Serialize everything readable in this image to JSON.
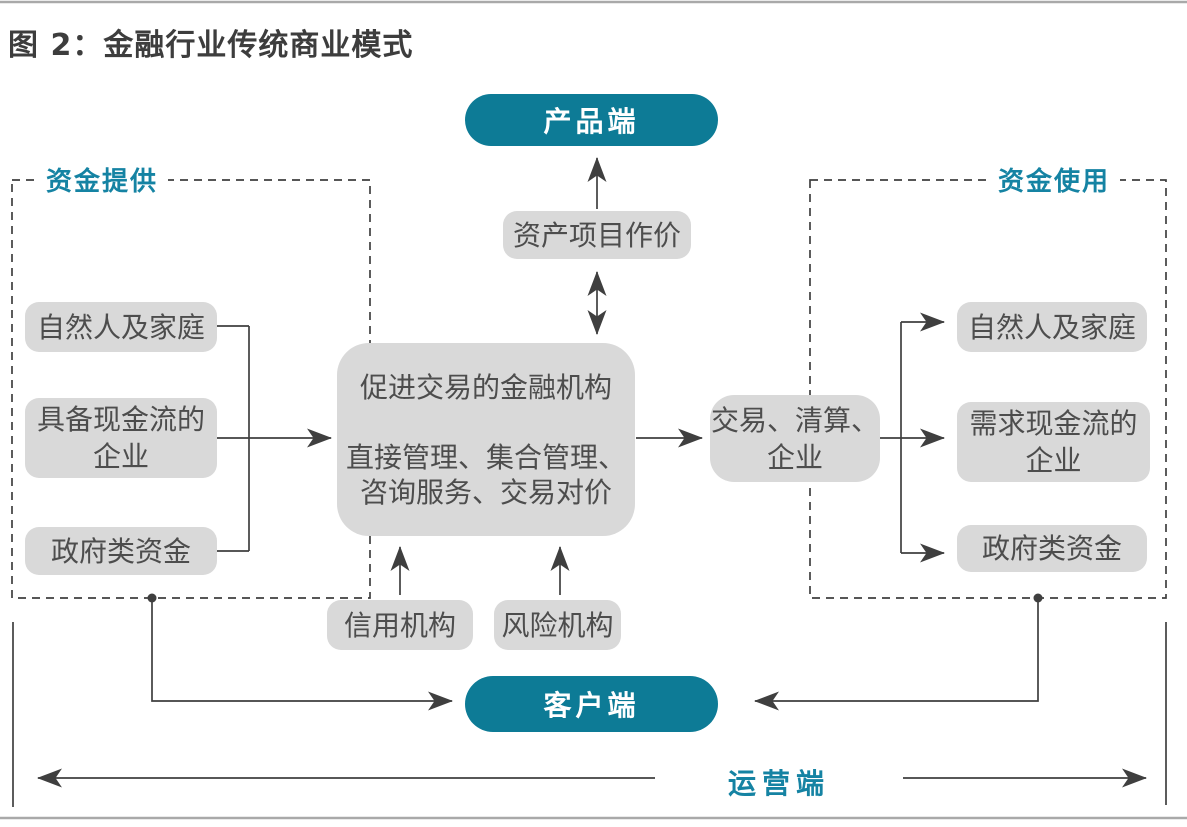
{
  "figure": {
    "title": "图 2：金融行业传统商业模式"
  },
  "nodes": {
    "product_label": "产品端",
    "asset_pricing_label": "资产项目作价",
    "intermediary_title": "促进交易的金融机构",
    "intermediary_services": "直接管理、集合管理、\n咨询服务、交易对价",
    "trade_clearing_label": "交易、清算、\n企业",
    "credit_label": "信用机构",
    "risk_label": "风险机构",
    "client_label": "客户端",
    "operations_label": "运营端"
  },
  "funding_supply": {
    "label": "资金提供",
    "items": [
      {
        "label": "自然人及家庭"
      },
      {
        "label": "具备现金流的\n企业"
      },
      {
        "label": "政府类资金"
      }
    ]
  },
  "funding_use": {
    "label": "资金使用",
    "items": [
      {
        "label": "自然人及家庭"
      },
      {
        "label": "需求现金流的\n企业"
      },
      {
        "label": "政府类资金"
      }
    ]
  },
  "colors": {
    "teal": "#0d7b96",
    "label_teal": "#1583a3",
    "box_gray": "#d9d9d9",
    "line": "#3f3f3f",
    "rule_gray": "#a9a9a9"
  }
}
